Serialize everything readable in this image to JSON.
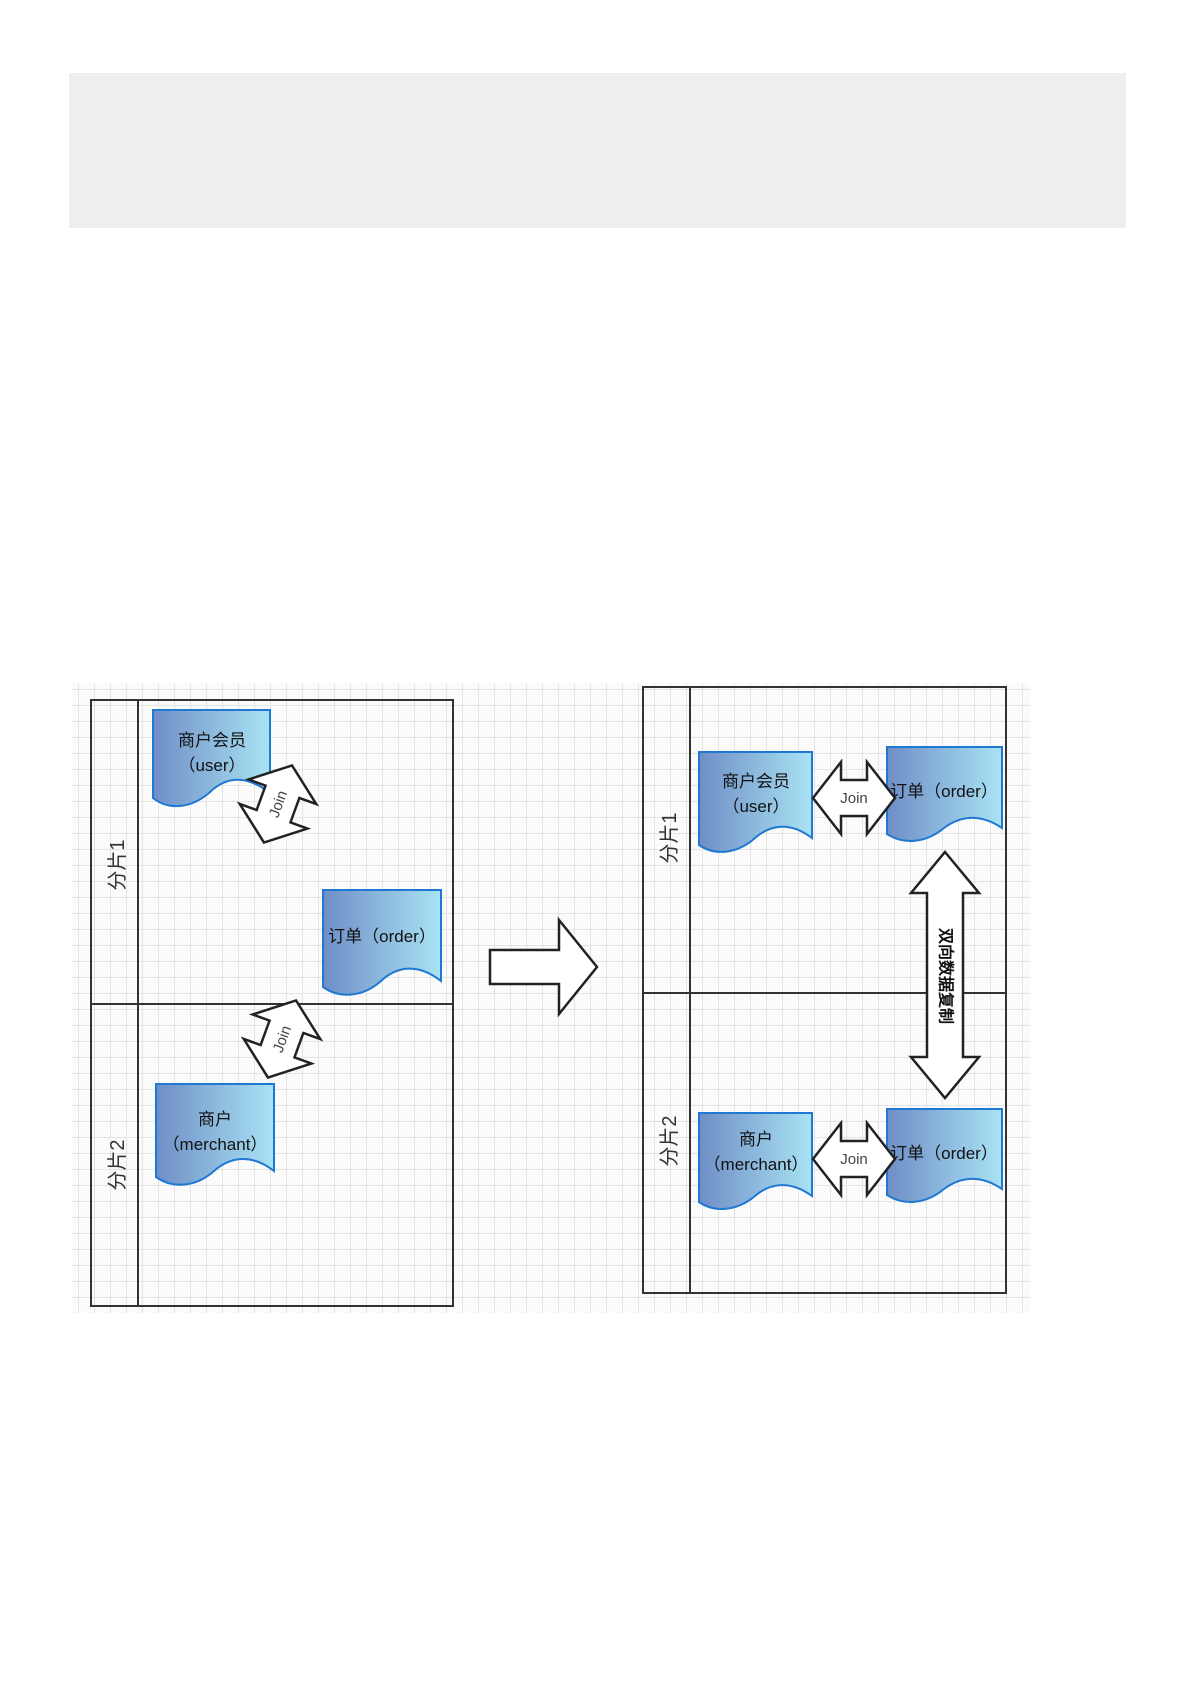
{
  "colors": {
    "banner": "#eeeeee",
    "grid": "#e4e4e4",
    "doc_fill_start": "#6f8ec6",
    "doc_fill_end": "#a9e3f4",
    "doc_stroke": "#1f78d1",
    "frame": "#333333"
  },
  "left_panel": {
    "lanes": [
      "分片1",
      "分片2"
    ],
    "docs": {
      "user": [
        "商户会员",
        "（user）"
      ],
      "order": [
        "订单（order）"
      ],
      "merchant": [
        "商户",
        "（merchant）"
      ]
    },
    "join_labels": [
      "Join",
      "Join"
    ]
  },
  "transform_arrow": {
    "icon": "right-arrow-icon"
  },
  "right_panel": {
    "lanes": [
      "分片1",
      "分片2"
    ],
    "docs": {
      "user": [
        "商户会员",
        "（user）"
      ],
      "order_top": [
        "订单（order）"
      ],
      "merchant": [
        "商户",
        "（merchant）"
      ],
      "order_bottom": [
        "订单（order）"
      ]
    },
    "join_labels": [
      "Join",
      "Join"
    ],
    "replication_label": "双向数据复制"
  }
}
